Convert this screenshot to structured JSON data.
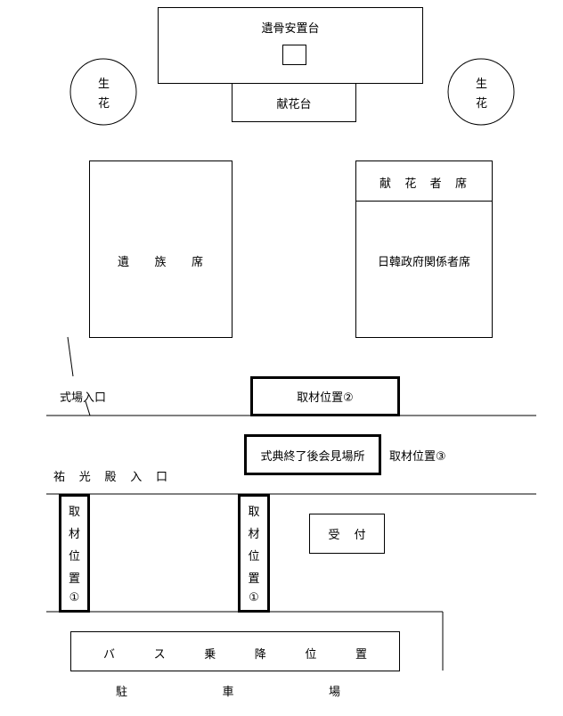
{
  "altar": {
    "label": "遺骨安置台"
  },
  "flower_table": {
    "label": "献花台"
  },
  "flowers_left": {
    "line1": "生",
    "line2": "花"
  },
  "flowers_right": {
    "line1": "生",
    "line2": "花"
  },
  "family_seats": {
    "chars": [
      "遺",
      "族",
      "席"
    ]
  },
  "offering_seats": {
    "chars": [
      "献",
      "花",
      "者",
      "席"
    ]
  },
  "govt_seats": {
    "label": "日韓政府関係者席"
  },
  "ceremony_entrance": {
    "label": "式場入口"
  },
  "press_position_2": {
    "label": "取材位置②"
  },
  "press_conference": {
    "label": "式典終了後会見場所"
  },
  "press_position_3": {
    "label": "取材位置③"
  },
  "yukoden_entrance": {
    "chars": [
      "祐",
      "光",
      "殿",
      "入",
      "口"
    ]
  },
  "press_position_1_left": {
    "chars": [
      "取",
      "材",
      "位",
      "置",
      "①"
    ]
  },
  "press_position_1_center": {
    "chars": [
      "取",
      "材",
      "位",
      "置",
      "①"
    ]
  },
  "reception": {
    "chars": [
      "受",
      "付"
    ]
  },
  "bus_stop": {
    "chars": [
      "バ",
      "ス",
      "乗",
      "降",
      "位",
      "置"
    ]
  },
  "parking": {
    "chars": [
      "駐",
      "車",
      "場"
    ]
  }
}
